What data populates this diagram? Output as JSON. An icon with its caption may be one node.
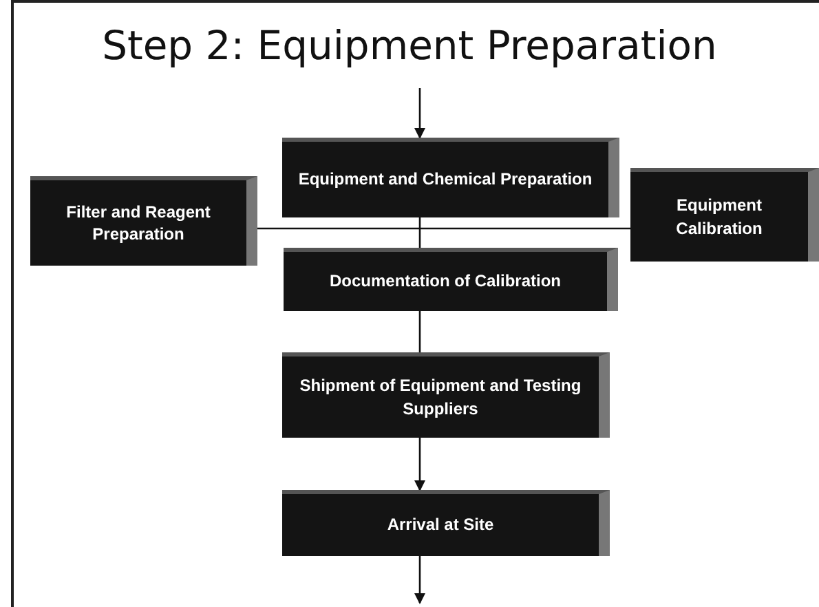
{
  "diagram": {
    "title": "Step 2:  Equipment Preparation",
    "nodes": [
      {
        "text": [
          "Equipment and Chemical Preparation"
        ]
      },
      {
        "text": [
          "Filter and Reagent Preparation"
        ]
      },
      {
        "text": [
          "Equipment Calibration"
        ]
      },
      {
        "text": [
          "Documentation of Calibration"
        ]
      },
      {
        "text": [
          "Shipment of Equipment and Testing Suppliers"
        ]
      },
      {
        "text": [
          "Arrival at Site"
        ]
      }
    ],
    "edges": [
      {
        "from": null,
        "to": 0,
        "arrow": "to"
      },
      {
        "from": 0,
        "to": 3,
        "arrow": "none"
      },
      {
        "from": 1,
        "to": 2,
        "arrow": "none"
      },
      {
        "from": 3,
        "to": 4,
        "arrow": "none"
      },
      {
        "from": 4,
        "to": 5,
        "arrow": "to"
      },
      {
        "from": 5,
        "to": null,
        "arrow": "to"
      }
    ]
  }
}
